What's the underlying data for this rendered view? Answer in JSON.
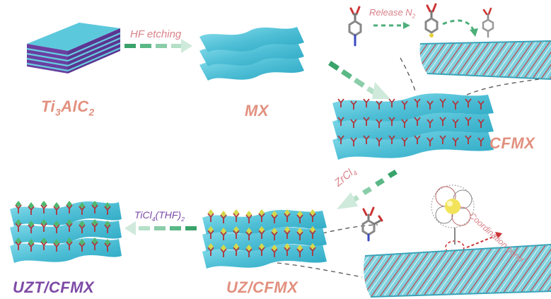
{
  "labels": {
    "ti3alc2_main": "Ti",
    "ti3alc2_sub1": "3",
    "ti3alc2_mid": "AlC",
    "ti3alc2_sub2": "2",
    "mx": "MX",
    "cfmx": "CFMX",
    "uz_cfmx": "UZ/CFMX",
    "uzt_cfmx": "UZT/CFMX"
  },
  "arrows": {
    "hf_etching": "HF etching",
    "release_main": "Release N",
    "release_sub": "2",
    "zrcl_main": "ZrCl",
    "zrcl_sub": "4",
    "ticl_main": "TiCl",
    "ticl_sub": "4",
    "ticl_tail": "(THF)",
    "ticl_sub2": "2",
    "coordination": "Coordination bond"
  },
  "colors": {
    "sheet": "#5cc4d8",
    "arrow_green": "#4caf7a",
    "label_salmon": "#e2907f",
    "label_purple": "#7d4aa6",
    "linker_red": "#b0343a"
  }
}
